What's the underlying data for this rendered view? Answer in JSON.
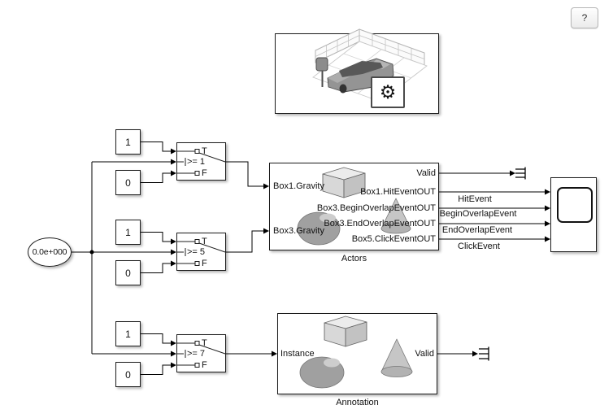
{
  "window": {
    "help_button": "?"
  },
  "clock": {
    "value": "0.0e+000"
  },
  "switch_rows": [
    {
      "const_true": "1",
      "const_false": "0",
      "true_label": "T",
      "false_label": "F",
      "threshold": ">= 1"
    },
    {
      "const_true": "1",
      "const_false": "0",
      "true_label": "T",
      "false_label": "F",
      "threshold": ">= 5"
    },
    {
      "const_true": "1",
      "const_false": "0",
      "true_label": "T",
      "false_label": "F",
      "threshold": ">= 7"
    }
  ],
  "actors": {
    "name": "Actors",
    "inports": [
      "Box1.Gravity",
      "Box3.Gravity"
    ],
    "outports": [
      "Valid",
      "Box1.HitEventOUT",
      "Box3.BeginOverlapEventOUT",
      "Box3.EndOverlapEventOUT",
      "Box5.ClickEventOUT"
    ]
  },
  "signal_labels": [
    "HitEvent",
    "BeginOverlapEvent",
    "EndOverlapEvent",
    "ClickEvent"
  ],
  "annotation": {
    "name": "Annotation",
    "inport": "Instance",
    "outport": "Valid"
  },
  "icons": {
    "gear": "⚙"
  },
  "colors": {
    "wire": "#000000",
    "block_border": "#1c1c1c",
    "canvas": "#ffffff",
    "shadow": "#b9b9b9"
  }
}
